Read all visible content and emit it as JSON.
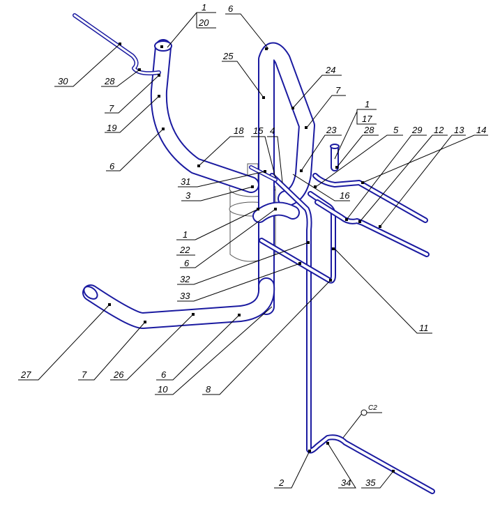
{
  "labels": {
    "n1a": "1",
    "n20": "20",
    "n6a": "6",
    "n25": "25",
    "n24": "24",
    "n7a": "7",
    "n30": "30",
    "n28a": "28",
    "n7b": "7",
    "n19": "19",
    "n6b": "6",
    "n18": "18",
    "n15": "15",
    "n4": "4",
    "n23": "23",
    "n1b": "1",
    "n17": "17",
    "n28b": "28",
    "n5": "5",
    "n29": "29",
    "n12": "12",
    "n13": "13",
    "n14": "14",
    "n31": "31",
    "n3": "3",
    "n16": "16",
    "n1c": "1",
    "n22": "22",
    "n6c": "6",
    "n32": "32",
    "n33": "33",
    "n11": "11",
    "n27": "27",
    "n7c": "7",
    "n26": "26",
    "n6d": "6",
    "n10": "10",
    "n8": "8",
    "n2": "2",
    "n34": "34",
    "n35": "35",
    "c2": "C2"
  },
  "colors": {
    "pipe": "#1a1aa0",
    "leader": "#000000",
    "vessel": "#555555"
  }
}
